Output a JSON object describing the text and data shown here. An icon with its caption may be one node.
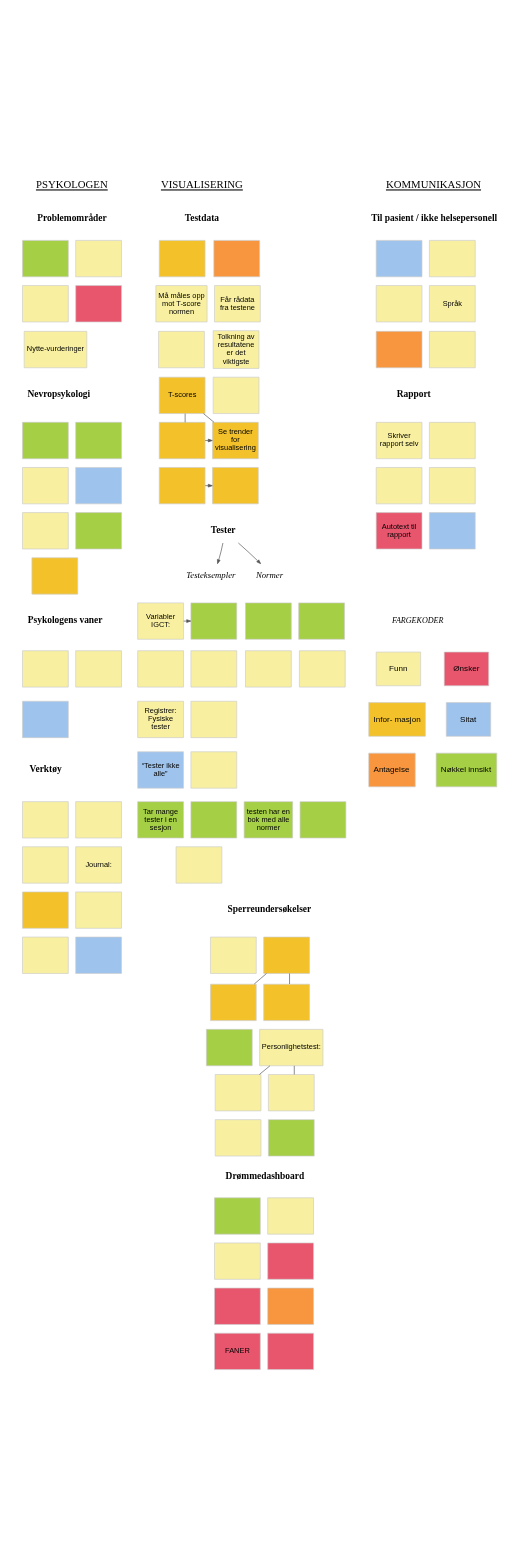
{
  "diagram": {
    "nodes": [
      {
        "text": [
          "Problemområder"
        ]
      },
      {
        "text": [],
        "shape": "box"
      },
      {
        "text": [],
        "shape": "box"
      },
      {
        "text": [],
        "shape": "box"
      },
      {
        "text": [],
        "shape": "box"
      },
      {
        "text": [
          "Nytte-vurderinger"
        ]
      },
      {
        "text": [
          "Nevropsykologi"
        ]
      },
      {
        "text": [],
        "shape": "box"
      },
      {
        "text": [],
        "shape": "box"
      },
      {
        "text": [],
        "shape": "box"
      },
      {
        "text": [],
        "shape": "box"
      },
      {
        "text": [],
        "shape": "box"
      },
      {
        "text": [],
        "shape": "box"
      },
      {
        "text": [],
        "shape": "box"
      },
      {
        "text": [
          "Psykologens vaner"
        ]
      },
      {
        "text": [],
        "shape": "box"
      },
      {
        "text": [],
        "shape": "box"
      },
      {
        "text": [],
        "shape": "box"
      },
      {
        "text": [
          "Verktøy"
        ]
      },
      {
        "text": [],
        "shape": "box"
      },
      {
        "text": [],
        "shape": "box"
      },
      {
        "text": [],
        "shape": "box"
      },
      {
        "text": [
          "Journal:"
        ]
      },
      {
        "text": [],
        "shape": "box"
      },
      {
        "text": [],
        "shape": "box"
      },
      {
        "text": [],
        "shape": "box"
      },
      {
        "text": [],
        "shape": "box"
      },
      {
        "text": [
          "Testdata"
        ]
      },
      {
        "text": [],
        "shape": "box"
      },
      {
        "text": [],
        "shape": "box"
      },
      {
        "text": [
          "Må måles opp mot T-score normen"
        ]
      },
      {
        "text": [
          "Får rådata fra testene"
        ]
      },
      {
        "text": [],
        "shape": "box"
      },
      {
        "text": [
          "Tolkning av resultatene er det viktigste"
        ]
      },
      {
        "text": [
          "T-scores"
        ]
      },
      {
        "text": [],
        "shape": "box"
      },
      {
        "text": [],
        "shape": "box"
      },
      {
        "text": [
          "Se trender for visualisering"
        ]
      },
      {
        "text": [],
        "shape": "box"
      },
      {
        "text": [],
        "shape": "box"
      },
      {
        "text": [
          "Tester"
        ]
      },
      {
        "text": [
          "Testeksempler"
        ]
      },
      {
        "text": [
          "Normer"
        ]
      },
      {
        "text": [
          "Variabler IGCT:"
        ]
      },
      {
        "text": [],
        "shape": "box"
      },
      {
        "text": [],
        "shape": "box"
      },
      {
        "text": [],
        "shape": "box"
      },
      {
        "text": [
          "Registrer: Fysiske tester"
        ]
      },
      {
        "text": [],
        "shape": "box"
      },
      {
        "text": [
          "“Tester ikke alle”"
        ]
      },
      {
        "text": [],
        "shape": "box"
      },
      {
        "text": [
          "Tar mange tester i en sesjon"
        ]
      },
      {
        "text": [],
        "shape": "box"
      },
      {
        "text": [],
        "shape": "box"
      },
      {
        "text": [],
        "shape": "box"
      },
      {
        "text": [],
        "shape": "box"
      },
      {
        "text": [],
        "shape": "box"
      },
      {
        "text": [],
        "shape": "box"
      },
      {
        "text": [
          "testen har en bok med alle normer"
        ]
      },
      {
        "text": [],
        "shape": "box"
      },
      {
        "text": [
          "Sperreundersøkelser"
        ]
      },
      {
        "text": [],
        "shape": "box"
      },
      {
        "text": [],
        "shape": "box"
      },
      {
        "text": [],
        "shape": "box"
      },
      {
        "text": [],
        "shape": "box"
      },
      {
        "text": [],
        "shape": "box"
      },
      {
        "text": [
          "Personlighetstest:"
        ]
      },
      {
        "text": [],
        "shape": "box"
      },
      {
        "text": [],
        "shape": "box"
      },
      {
        "text": [],
        "shape": "box"
      },
      {
        "text": [],
        "shape": "box"
      },
      {
        "text": [
          "Drømmedashboard"
        ]
      },
      {
        "text": [],
        "shape": "box"
      },
      {
        "text": [],
        "shape": "box"
      },
      {
        "text": [],
        "shape": "box"
      },
      {
        "text": [],
        "shape": "box"
      },
      {
        "text": [],
        "shape": "box"
      },
      {
        "text": [],
        "shape": "box"
      },
      {
        "text": [
          "FANER"
        ]
      },
      {
        "text": [],
        "shape": "box"
      },
      {
        "text": [
          "Til pasient / ikke helsepersonell"
        ]
      },
      {
        "text": [],
        "shape": "box"
      },
      {
        "text": [],
        "shape": "box"
      },
      {
        "text": [],
        "shape": "box"
      },
      {
        "text": [
          "Språk"
        ]
      },
      {
        "text": [],
        "shape": "box"
      },
      {
        "text": [],
        "shape": "box"
      },
      {
        "text": [
          "Rapport"
        ]
      },
      {
        "text": [
          "Skriver rapport selv"
        ]
      },
      {
        "text": [],
        "shape": "box"
      },
      {
        "text": [],
        "shape": "box"
      },
      {
        "text": [],
        "shape": "box"
      },
      {
        "text": [
          "Autotext til rapport"
        ]
      },
      {
        "text": [],
        "shape": "box"
      }
    ],
    "edges": [
      {
        "from": 34,
        "to": 36,
        "arrow": "none"
      },
      {
        "from": 34,
        "to": 37,
        "arrow": "none"
      },
      {
        "from": 36,
        "to": 37,
        "arrow": "to"
      },
      {
        "from": 38,
        "to": 39,
        "arrow": "to"
      },
      {
        "from": 40,
        "to": 41,
        "arrow": "to"
      },
      {
        "from": 40,
        "to": 42,
        "arrow": "to"
      },
      {
        "from": 43,
        "to": 44,
        "arrow": "to"
      },
      {
        "from": 62,
        "to": 63,
        "arrow": "none"
      },
      {
        "from": 62,
        "to": 64,
        "arrow": "none"
      },
      {
        "from": 66,
        "to": 67,
        "arrow": "none"
      },
      {
        "from": 66,
        "to": 68,
        "arrow": "none"
      }
    ],
    "labels": [
      "PSYKOLOGEN",
      "VISUALISERING",
      "KOMMUNIKASJON",
      "FARGEKODER"
    ],
    "legend": [
      {
        "text": "Funn",
        "color": "#f8f0a0"
      },
      {
        "text": "Ønsker",
        "color": "#e8566e"
      },
      {
        "text": "Infor- masjon",
        "color": "#f3c22b"
      },
      {
        "text": "Sitat",
        "color": "#9ec3ec"
      },
      {
        "text": "Antagelse",
        "color": "#f7963e"
      },
      {
        "text": "Nøkkel innsikt",
        "color": "#a5cf45"
      }
    ]
  }
}
